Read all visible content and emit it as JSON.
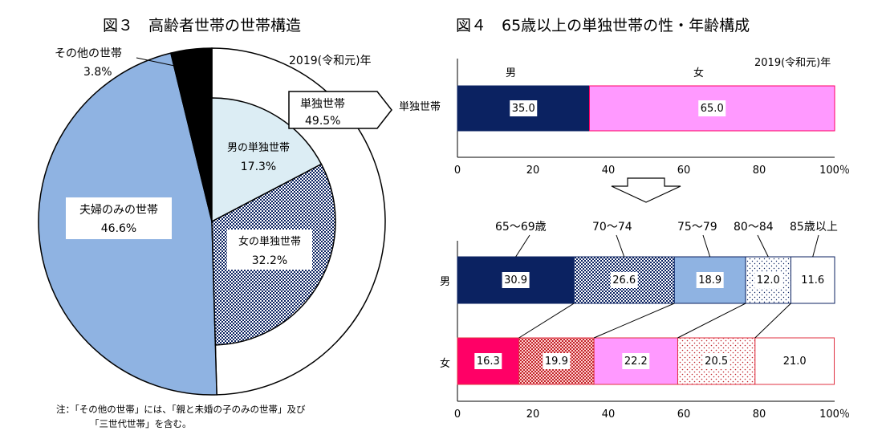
{
  "fig3": {
    "title": "図３　高齢者世帯の世帯構造",
    "year": "2019(令和元)年",
    "callout_label": "単独世帯",
    "callout_value": "49.5%",
    "note_line1": "注：「その他の世帯」には、「親と未婚の子のみの世帯」及び",
    "note_line2": "「三世代世帯」を含む。"
  },
  "fig4": {
    "title": "図４　65歳以上の単独世帯の性・年齢構成",
    "year": "2019(令和元)年",
    "top_row_label": "単独世帯",
    "top_cat_male": "男",
    "top_cat_female": "女",
    "bottom_row_male": "男",
    "bottom_row_female": "女"
  },
  "colors": {
    "navy": "#0b2261",
    "pink": "#ff99ff",
    "light_blue": "#8fb3e2",
    "pale_blue": "#dcedf4",
    "magenta": "#ff0066",
    "dark_red": "#c0242a",
    "black": "#000000",
    "white": "#ffffff"
  },
  "chart_data": [
    {
      "type": "pie",
      "chart": "fig3",
      "title": "図３　高齢者世帯の世帯構造",
      "outer_ring": [
        {
          "label": "単独世帯",
          "display": "49.5%",
          "value": 49.5
        },
        {
          "label": "夫婦のみの世帯",
          "display": "46.6%",
          "value": 46.6
        },
        {
          "label": "その他の世帯",
          "display": "3.8%",
          "value": 3.8
        }
      ],
      "inner_breakdown": [
        {
          "label": "男の単独世帯",
          "display": "17.3%",
          "value": 17.3
        },
        {
          "label": "女の単独世帯",
          "display": "32.2%",
          "value": 32.2
        }
      ]
    },
    {
      "type": "bar",
      "orientation": "horizontal-stacked-100",
      "chart": "fig4-top",
      "categories": [
        "単独世帯"
      ],
      "series": [
        {
          "name": "男",
          "values": [
            35.0
          ],
          "display": [
            "35.0"
          ]
        },
        {
          "name": "女",
          "values": [
            65.0
          ],
          "display": [
            "65.0"
          ]
        }
      ],
      "xlim": [
        0,
        100
      ],
      "xticks": [
        "0",
        "20",
        "40",
        "60",
        "80",
        "100％"
      ]
    },
    {
      "type": "bar",
      "orientation": "horizontal-stacked-100",
      "chart": "fig4-bottom",
      "categories": [
        "男",
        "女"
      ],
      "series": [
        {
          "name": "65～69歳",
          "values": [
            30.9,
            16.3
          ],
          "display": [
            "30.9",
            "16.3"
          ]
        },
        {
          "name": "70～74",
          "values": [
            26.6,
            19.9
          ],
          "display": [
            "26.6",
            "19.9"
          ]
        },
        {
          "name": "75～79",
          "values": [
            18.9,
            22.2
          ],
          "display": [
            "18.9",
            "22.2"
          ]
        },
        {
          "name": "80～84",
          "values": [
            12.0,
            20.5
          ],
          "display": [
            "12.0",
            "20.5"
          ]
        },
        {
          "name": "85歳以上",
          "values": [
            11.6,
            21.0
          ],
          "display": [
            "11.6",
            "21.0"
          ]
        }
      ],
      "xlim": [
        0,
        100
      ],
      "xticks": [
        "0",
        "20",
        "40",
        "60",
        "80",
        "100％"
      ]
    }
  ]
}
